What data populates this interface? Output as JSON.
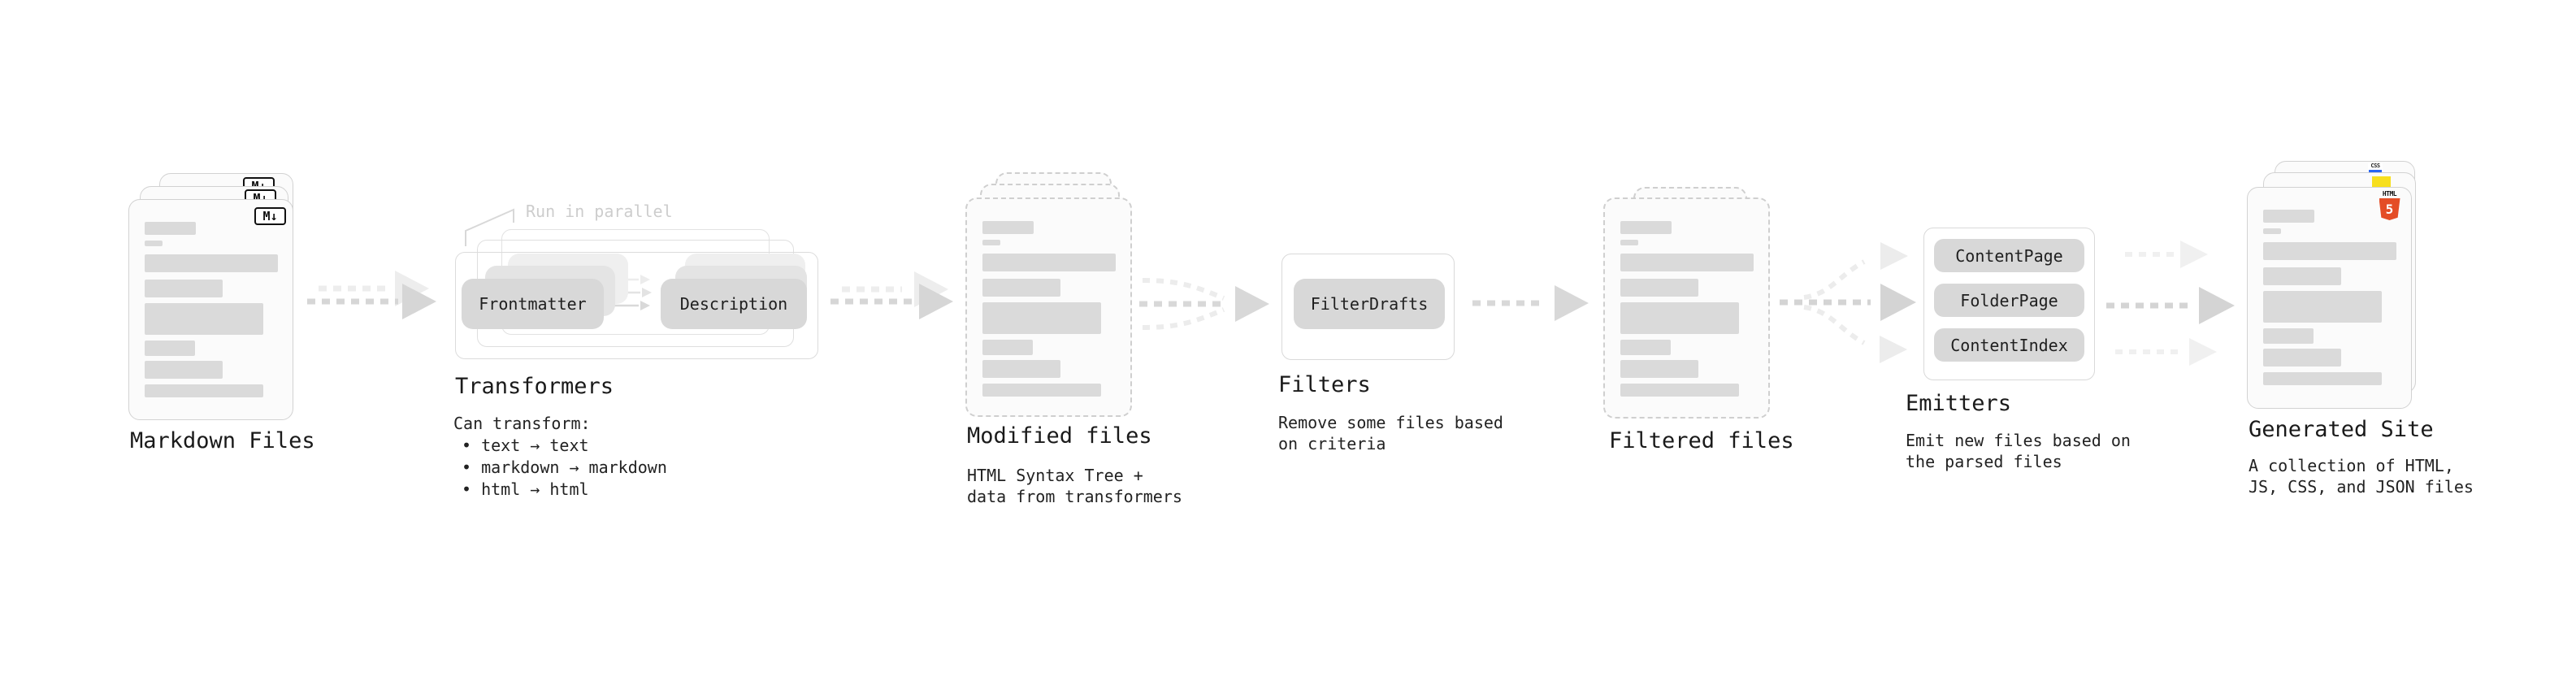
{
  "stages": {
    "markdown": {
      "title": "Markdown Files",
      "badge": "M↓"
    },
    "transformers": {
      "title": "Transformers",
      "annotation": "Run in parallel",
      "pill_from": "Frontmatter",
      "pill_to": "Description",
      "lines": [
        "Can transform:",
        "• text → text",
        "• markdown → markdown",
        "• html → html"
      ]
    },
    "modified": {
      "title": "Modified files",
      "lines": [
        "HTML Syntax Tree +",
        "data from transformers"
      ]
    },
    "filters": {
      "title": "Filters",
      "pill": "FilterDrafts",
      "lines": [
        "Remove some files based",
        "on criteria"
      ]
    },
    "filtered": {
      "title": "Filtered files"
    },
    "emitters": {
      "title": "Emitters",
      "pills": [
        "ContentPage",
        "FolderPage",
        "ContentIndex"
      ],
      "lines": [
        "Emit new files based on",
        "the parsed files"
      ]
    },
    "generated": {
      "title": "Generated Site",
      "lines": [
        "A collection of HTML,",
        "JS, CSS, and JSON files"
      ],
      "badge_css": "CSS",
      "badge_html_word": "HTML",
      "badge_html_number": "5"
    }
  },
  "colors": {
    "html_orange": "#e44d26",
    "js_yellow": "#f7df1e",
    "css_blue": "#2965f1",
    "skeleton_bar": "#dadada",
    "arrow_main": "#d6d6d6",
    "arrow_light": "#ededed",
    "annotation_text": "#cdcdcd",
    "text": "#1c1c1c"
  }
}
